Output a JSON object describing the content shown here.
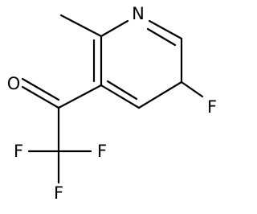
{
  "atoms": {
    "nitrogen": "N",
    "oxygen": "O",
    "fluorine_ring": "F",
    "fluorine_1": "F",
    "fluorine_2": "F",
    "fluorine_3": "F"
  }
}
